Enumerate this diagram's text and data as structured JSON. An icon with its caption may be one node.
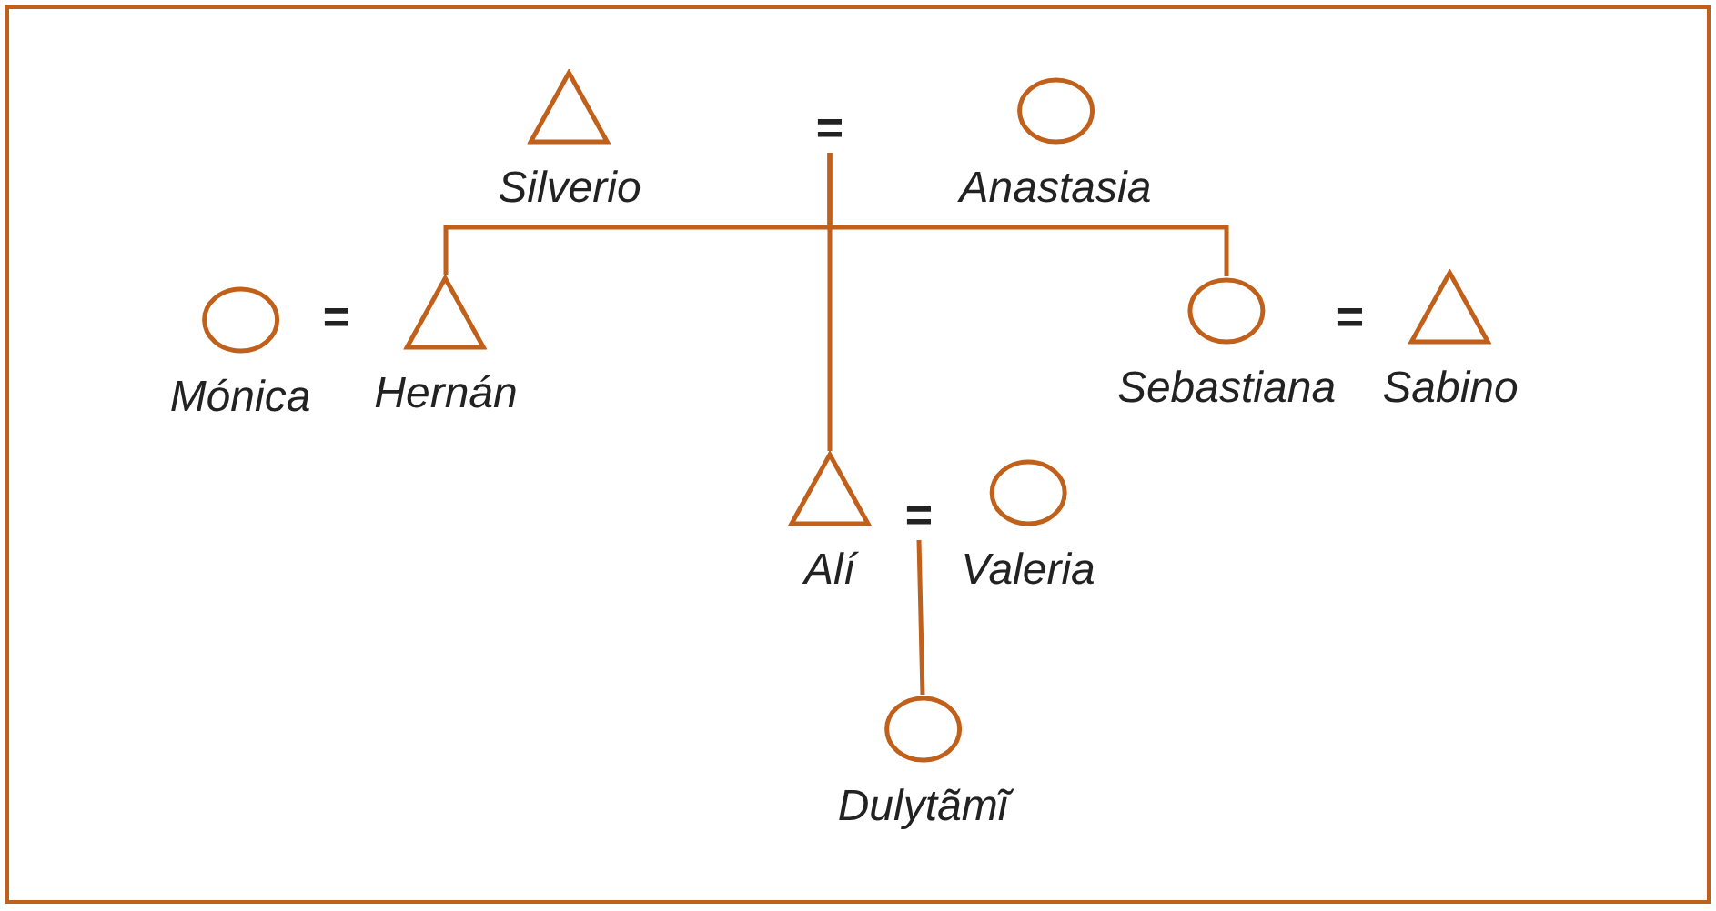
{
  "diagram": {
    "nodes": [
      {
        "text": [
          "Silverio"
        ]
      },
      {
        "text": [
          "="
        ]
      },
      {
        "text": [
          "Anastasia"
        ]
      },
      {
        "text": [
          "Mónica"
        ]
      },
      {
        "text": [
          "Hernán"
        ]
      },
      {
        "text": [
          "Sebastiana"
        ]
      },
      {
        "text": [
          "Sabino"
        ]
      },
      {
        "text": [
          "Alí"
        ]
      },
      {
        "text": [
          "="
        ]
      },
      {
        "text": [
          "Valeria"
        ]
      },
      {
        "text": [
          "Dulytãmĩ"
        ]
      }
    ],
    "edges": [
      {
        "from": 1,
        "to": 4,
        "arrow": "none"
      },
      {
        "from": 1,
        "to": 7,
        "arrow": "none"
      },
      {
        "from": 1,
        "to": 5,
        "arrow": "none"
      },
      {
        "from": 8,
        "to": 10,
        "arrow": "none"
      }
    ],
    "labels": [
      "=",
      "="
    ]
  }
}
